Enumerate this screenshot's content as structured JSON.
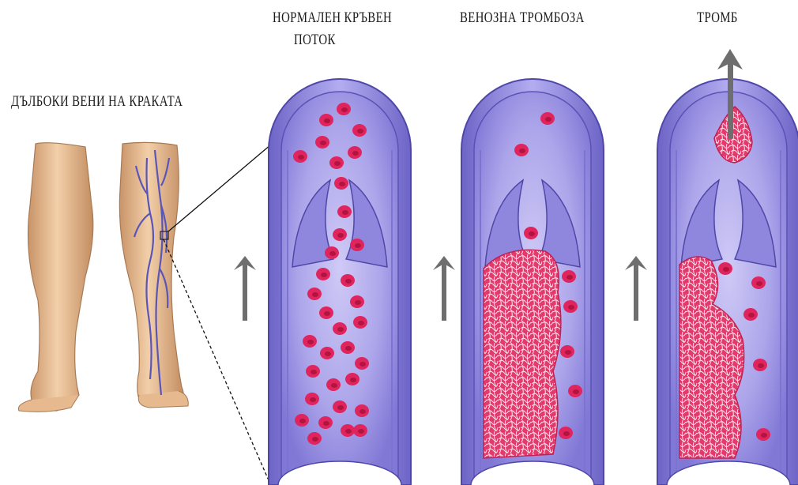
{
  "labels": {
    "legs": "ДЪЛБОКИ ВЕНИ НА КРАКАТА",
    "normal_line1": "НОРМАЛЕН КРЪВЕН",
    "normal_line2": "ПОТОК",
    "thrombosis": "ВЕНОЗНА ТРОМБОЗА",
    "thrombus": "ТРОМБ"
  },
  "colors": {
    "vessel_wall": "#8c84d8",
    "vessel_inner": "#6f67c9",
    "lumen": "#b9b4ee",
    "blood_cell": "#e0245e",
    "clot": "#e23a6c",
    "arrow": "#6e6e6e",
    "skin": "#ecc39a"
  },
  "panels": [
    {
      "name": "normal-flow",
      "clot": "none"
    },
    {
      "name": "venous-thrombosis",
      "clot": "large"
    },
    {
      "name": "thrombus-detached",
      "clot": "partial-detached"
    }
  ]
}
